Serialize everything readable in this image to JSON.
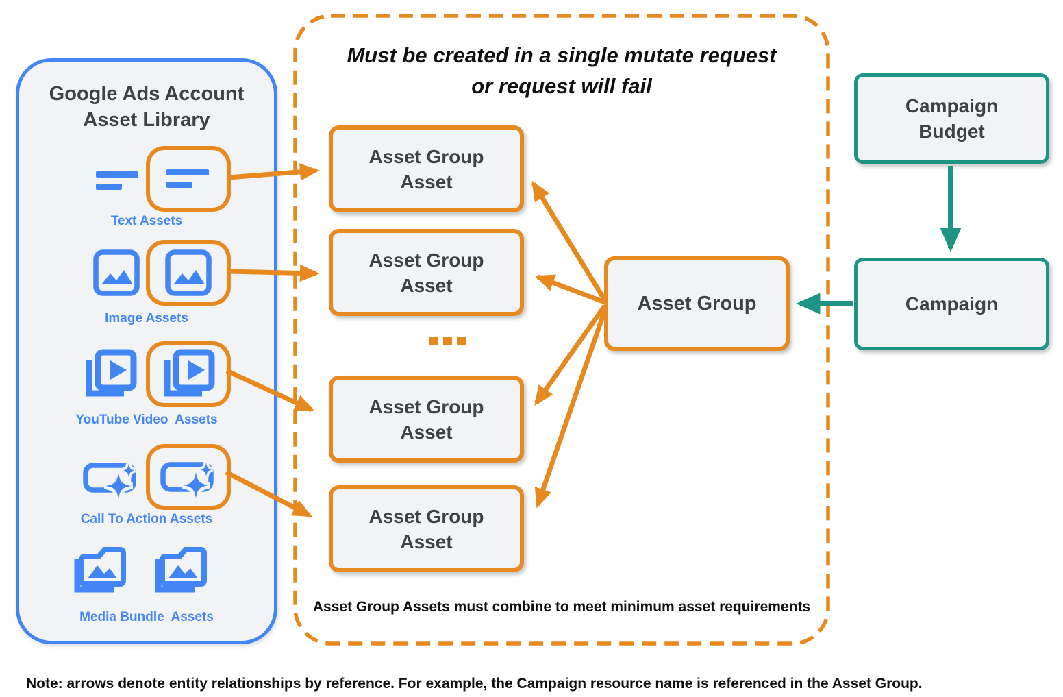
{
  "colors": {
    "accent_orange": "#E8891F",
    "accent_blue": "#4285F4",
    "accent_teal": "#1E9484",
    "node_fill": "#F1F3F4",
    "text_dark": "#3F4245",
    "text_black": "#0F1011"
  },
  "library": {
    "title_lines": [
      "Google Ads Account",
      "Asset Library"
    ],
    "items": [
      {
        "label": "Text Assets",
        "icon": "text-asset-icon"
      },
      {
        "label": "Image Assets",
        "icon": "image-asset-icon"
      },
      {
        "label": "YouTube Video  Assets",
        "icon": "youtube-video-asset-icon"
      },
      {
        "label": "Call To Action Assets",
        "icon": "call-to-action-asset-icon"
      },
      {
        "label": "Media Bundle  Assets",
        "icon": "media-bundle-asset-icon"
      }
    ]
  },
  "mutate_panel": {
    "title_lines": [
      "Must be created in a single mutate request",
      "or request will fail"
    ],
    "caption": "Asset Group Assets must combine to meet minimum asset requirements",
    "ellipsis": "...",
    "asset_group_assets": [
      {
        "line1": "Asset Group",
        "line2": "Asset"
      },
      {
        "line1": "Asset Group",
        "line2": "Asset"
      },
      {
        "line1": "Asset Group",
        "line2": "Asset"
      },
      {
        "line1": "Asset Group",
        "line2": "Asset"
      }
    ],
    "asset_group_label": "Asset Group"
  },
  "campaign_budget": {
    "label_lines": [
      "Campaign",
      "Budget"
    ]
  },
  "campaign": {
    "label": "Campaign"
  },
  "note": "Note: arrows denote entity relationships by reference. For example, the Campaign resource name is referenced in the Asset Group."
}
